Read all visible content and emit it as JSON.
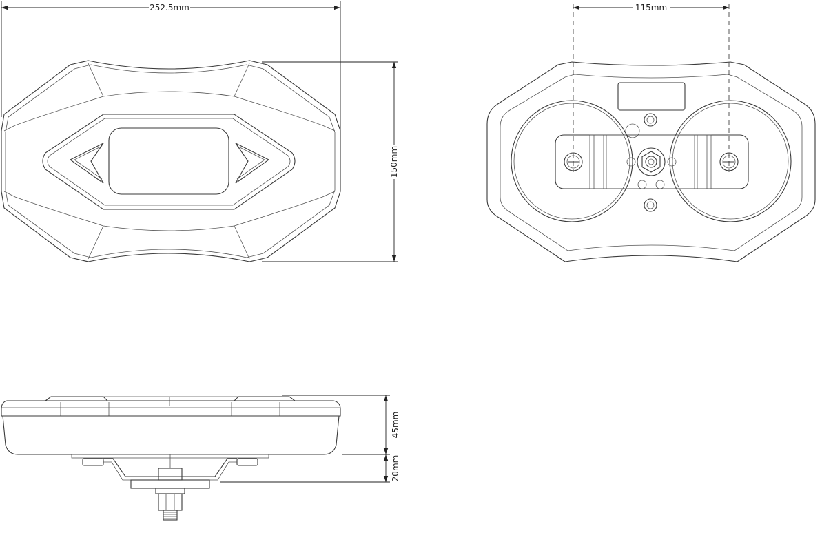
{
  "dimensions": {
    "front_width": "252.5mm",
    "front_height": "150mm",
    "rear_spacing": "115mm",
    "side_height_body": "45mm",
    "side_height_mount": "20mm"
  },
  "colors": {
    "line": "#3a3a3a",
    "dimension": "#222222",
    "background": "#ffffff"
  }
}
